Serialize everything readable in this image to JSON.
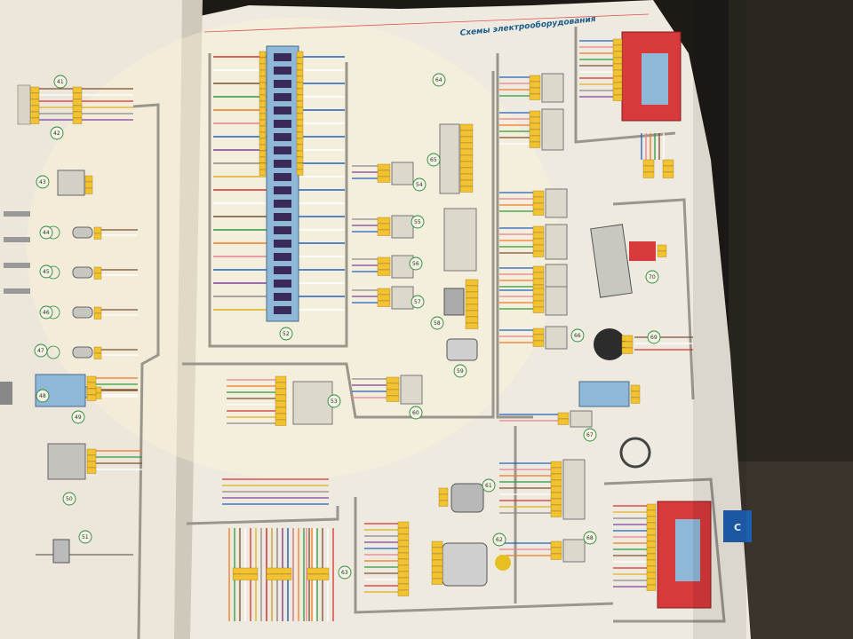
{
  "header": {
    "title": "Схемы электрооборудования"
  },
  "side_tab": {
    "label": "С"
  },
  "colors": {
    "paper": "#ede8dc",
    "wire_main": "#9a968c",
    "connector": "#f2c230",
    "relay_red": "#d8393a",
    "module_blue": "#8fb8d8",
    "tab_blue": "#1e5fb0"
  },
  "palette": [
    "#d83030",
    "#2a9c3a",
    "#2060c0",
    "#e0b020",
    "#7a5030",
    "#e88090",
    "#8a8a8a",
    "#ffffff",
    "#f07a20",
    "#8040a0"
  ],
  "components": [
    {
      "id": "c1",
      "label": "41"
    },
    {
      "id": "c2",
      "label": "42"
    },
    {
      "id": "c3",
      "label": "43"
    },
    {
      "id": "c4",
      "label": "44"
    },
    {
      "id": "c5",
      "label": "45"
    },
    {
      "id": "c6",
      "label": "46"
    },
    {
      "id": "c7",
      "label": "47"
    },
    {
      "id": "c8",
      "label": "48"
    },
    {
      "id": "c9",
      "label": "49"
    },
    {
      "id": "c10",
      "label": "50"
    },
    {
      "id": "c11",
      "label": "51"
    },
    {
      "id": "c12",
      "label": "52"
    },
    {
      "id": "c13",
      "label": "53"
    },
    {
      "id": "c14",
      "label": "54"
    },
    {
      "id": "c15",
      "label": "55"
    },
    {
      "id": "c16",
      "label": "56"
    },
    {
      "id": "c17",
      "label": "57"
    },
    {
      "id": "c18",
      "label": "58"
    },
    {
      "id": "c19",
      "label": "59"
    },
    {
      "id": "c20",
      "label": "60"
    },
    {
      "id": "c21",
      "label": "61"
    },
    {
      "id": "c22",
      "label": "62"
    },
    {
      "id": "c23",
      "label": "63"
    },
    {
      "id": "c24",
      "label": "64"
    },
    {
      "id": "c25",
      "label": "65"
    },
    {
      "id": "c26",
      "label": "66"
    },
    {
      "id": "c27",
      "label": "67"
    },
    {
      "id": "c28",
      "label": "68"
    },
    {
      "id": "c29",
      "label": "69"
    },
    {
      "id": "c30",
      "label": "70"
    }
  ]
}
